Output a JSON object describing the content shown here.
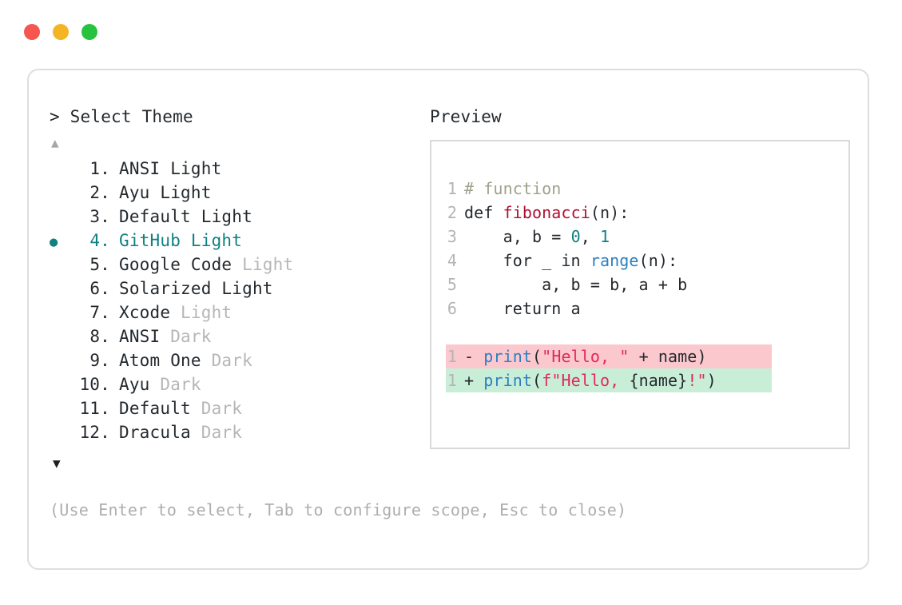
{
  "window": {
    "dots": [
      {
        "name": "close",
        "color": "#f5564f"
      },
      {
        "name": "minimize",
        "color": "#f5b424"
      },
      {
        "name": "maximize",
        "color": "#27c33f"
      }
    ]
  },
  "accent": {
    "selected_teal": "#108080",
    "dim_grey": "#b6b6b6",
    "text_dark": "#24292e",
    "hint_grey": "#aeaeae"
  },
  "left": {
    "header": "> Select Theme",
    "scroll_up": "▲",
    "scroll_down": "▼",
    "selected_bullet": "●",
    "selected_index": 4,
    "items": [
      {
        "num": "1.",
        "name": "ANSI",
        "suffix": "Light",
        "suffix_dim": false,
        "selected": false
      },
      {
        "num": "2.",
        "name": "Ayu",
        "suffix": "Light",
        "suffix_dim": false,
        "selected": false
      },
      {
        "num": "3.",
        "name": "Default",
        "suffix": "Light",
        "suffix_dim": false,
        "selected": false
      },
      {
        "num": "4.",
        "name": "GitHub",
        "suffix": "Light",
        "suffix_dim": false,
        "selected": true
      },
      {
        "num": "5.",
        "name": "Google Code",
        "suffix": "Light",
        "suffix_dim": true,
        "selected": false
      },
      {
        "num": "6.",
        "name": "Solarized",
        "suffix": "Light",
        "suffix_dim": false,
        "selected": false
      },
      {
        "num": "7.",
        "name": "Xcode",
        "suffix": "Light",
        "suffix_dim": true,
        "selected": false
      },
      {
        "num": "8.",
        "name": "ANSI",
        "suffix": "Dark",
        "suffix_dim": true,
        "selected": false
      },
      {
        "num": "9.",
        "name": "Atom One",
        "suffix": "Dark",
        "suffix_dim": true,
        "selected": false
      },
      {
        "num": "10.",
        "name": "Ayu",
        "suffix": "Dark",
        "suffix_dim": true,
        "selected": false
      },
      {
        "num": "11.",
        "name": "Default",
        "suffix": "Dark",
        "suffix_dim": true,
        "selected": false
      },
      {
        "num": "12.",
        "name": "Dracula",
        "suffix": "Dark",
        "suffix_dim": true,
        "selected": false
      }
    ],
    "hint": "(Use Enter to select, Tab to configure scope, Esc to close)"
  },
  "right": {
    "header": "Preview",
    "code_lines": [
      {
        "ln": "1",
        "tokens": [
          {
            "t": "# function",
            "c": "comment"
          }
        ]
      },
      {
        "ln": "2",
        "tokens": [
          {
            "t": "def ",
            "c": "def"
          },
          {
            "t": "fibonacci",
            "c": "fn"
          },
          {
            "t": "(n):",
            "c": "plain"
          }
        ]
      },
      {
        "ln": "3",
        "tokens": [
          {
            "t": "    a, b = ",
            "c": "plain"
          },
          {
            "t": "0",
            "c": "num"
          },
          {
            "t": ", ",
            "c": "plain"
          },
          {
            "t": "1",
            "c": "num"
          }
        ]
      },
      {
        "ln": "4",
        "tokens": [
          {
            "t": "    for _ in ",
            "c": "plain"
          },
          {
            "t": "range",
            "c": "builtin"
          },
          {
            "t": "(n):",
            "c": "plain"
          }
        ]
      },
      {
        "ln": "5",
        "tokens": [
          {
            "t": "        a, b = b, a + b",
            "c": "plain"
          }
        ]
      },
      {
        "ln": "6",
        "tokens": [
          {
            "t": "    return a",
            "c": "plain"
          }
        ]
      }
    ],
    "diff_lines": [
      {
        "ln": "1",
        "sign": "-",
        "kind": "del",
        "tokens": [
          {
            "t": "print",
            "c": "call"
          },
          {
            "t": "(",
            "c": "plain"
          },
          {
            "t": "\"Hello, \"",
            "c": "str"
          },
          {
            "t": " + name)",
            "c": "plain"
          }
        ]
      },
      {
        "ln": "1",
        "sign": "+",
        "kind": "add",
        "tokens": [
          {
            "t": "print",
            "c": "call"
          },
          {
            "t": "(",
            "c": "plain"
          },
          {
            "t": "f\"Hello, ",
            "c": "str"
          },
          {
            "t": "{name}",
            "c": "plain"
          },
          {
            "t": "!\"",
            "c": "str"
          },
          {
            "t": ")",
            "c": "plain"
          }
        ]
      }
    ]
  }
}
